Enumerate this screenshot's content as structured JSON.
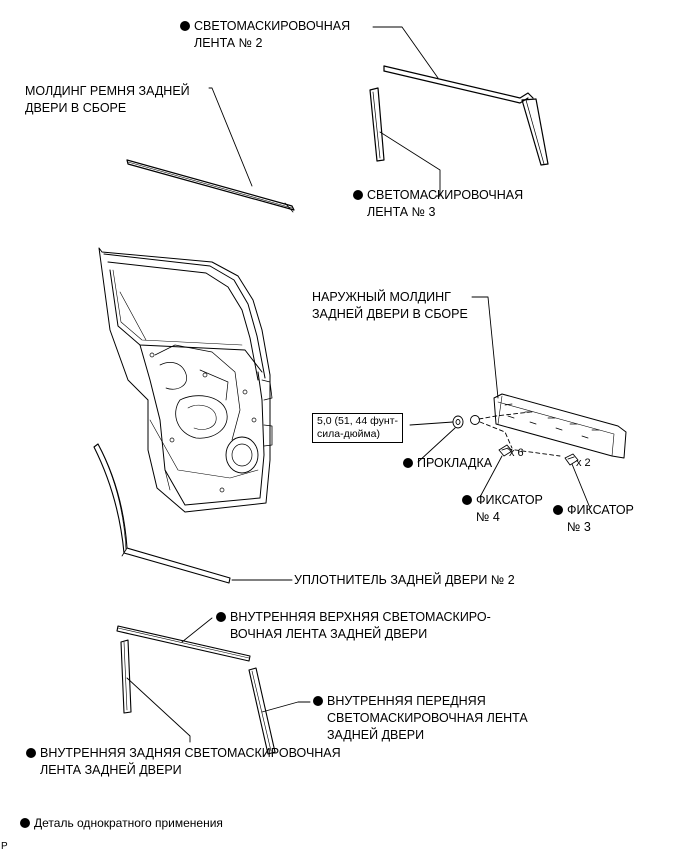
{
  "labels": {
    "upper_tape_2": [
      "СВЕТОМАСКИРОВОЧНАЯ",
      "ЛЕНТА № 2"
    ],
    "belt_molding": [
      "МОЛДИНГ РЕМНЯ ЗАДНЕЙ",
      "ДВЕРИ В СБОРЕ"
    ],
    "tape_3": [
      "СВЕТОМАСКИРОВОЧНАЯ",
      "ЛЕНТА № 3"
    ],
    "outer_molding": [
      "НАРУЖНЫЙ МОЛДИНГ",
      "ЗАДНЕЙ ДВЕРИ В СБОРЕ"
    ],
    "torque": [
      "5,0 (51, 44 фунт-",
      "сила-дюйма)"
    ],
    "gasket": "ПРОКЛАДКА",
    "qty_6": "x 6",
    "qty_2": "x 2",
    "clip_4": [
      "ФИКСАТОР",
      "№ 4"
    ],
    "clip_3": [
      "ФИКСАТОР",
      "№ 3"
    ],
    "weatherstrip": "УПЛОТНИТЕЛЬ ЗАДНЕЙ ДВЕРИ № 2",
    "inner_upper_tape": [
      "ВНУТРЕННЯЯ ВЕРХНЯЯ СВЕТОМАСКИРО-",
      "ВОЧНАЯ ЛЕНТА ЗАДНЕЙ ДВЕРИ"
    ],
    "inner_front_tape": [
      "ВНУТРЕННЯЯ ПЕРЕДНЯЯ",
      "СВЕТОМАСКИРОВОЧНАЯ ЛЕНТА",
      "ЗАДНЕЙ ДВЕРИ"
    ],
    "inner_rear_tape": [
      "ВНУТРЕННЯЯ ЗАДНЯЯ СВЕТОМАСКИРОВОЧНАЯ",
      "ЛЕНТА ЗАДНЕЙ ДВЕРИ"
    ]
  },
  "legend": "Деталь однократного применения",
  "corner_mark": "P",
  "colors": {
    "line": "#000000",
    "background": "#ffffff"
  }
}
